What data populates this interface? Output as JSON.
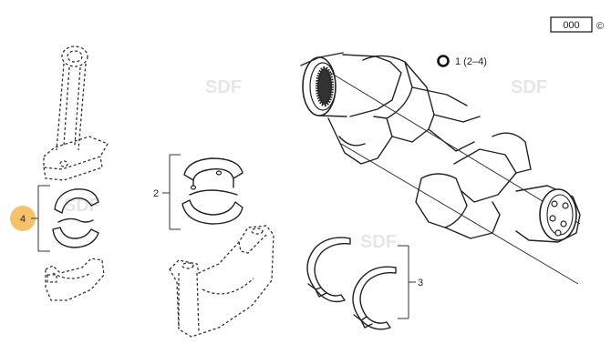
{
  "diagram": {
    "ref_box_label": "000",
    "copyright_symbol": "©",
    "legend": {
      "marker": "ring-icon",
      "text": "1 (2–4)"
    },
    "watermark": "SDF",
    "callouts": [
      {
        "id": "4",
        "label": "4",
        "highlighted": true,
        "highlight_color": "#f5c26b"
      },
      {
        "id": "2",
        "label": "2"
      },
      {
        "id": "3",
        "label": "3"
      }
    ],
    "parts": [
      "connecting-rod",
      "connecting-rod-bearing-shells",
      "crankshaft-main-bearing-shells",
      "main-bearing-cap",
      "thrust-washers",
      "crankshaft"
    ]
  }
}
